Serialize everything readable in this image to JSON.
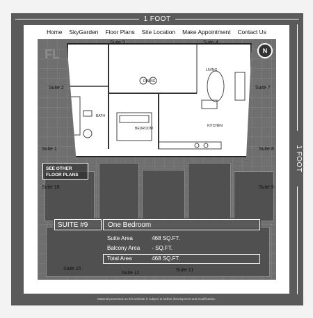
{
  "ruler": {
    "top": "1 FOOT",
    "right": "1 FOOT"
  },
  "nav": {
    "items": [
      "Home",
      "SkyGarden",
      "Floor Plans",
      "Site Location",
      "Make Appointment",
      "Contact Us"
    ]
  },
  "background": {
    "fl_text": "FL",
    "suites": [
      "Suite 3",
      "Suite 4",
      "Suite 2",
      "Suite 7",
      "Suite 1",
      "Suite 8",
      "Suite 16",
      "Suite 9",
      "Suite 15",
      "Suite 12",
      "Suite 11"
    ]
  },
  "compass": {
    "label": "N"
  },
  "plan": {
    "rooms": {
      "dining": "DINING",
      "living": "LIVING",
      "bath": "BATH",
      "bedroom": "BEDROOM",
      "kitchen": "KITCHEN"
    }
  },
  "see_other": {
    "line1": "SEE OTHER",
    "line2": "FLOOR PLANS"
  },
  "suite": {
    "number": "SUITE #9",
    "type": "One Bedroom",
    "suite_area_label": "Suite Area",
    "suite_area_value": "468 SQ.FT.",
    "balcony_area_label": "Balcony Area",
    "balcony_area_value": "- SQ.FT.",
    "total_area_label": "Total Area",
    "total_area_value": "468 SQ.FT."
  },
  "footer": {
    "text": "Material presented on this website is subject to further development and modification."
  }
}
